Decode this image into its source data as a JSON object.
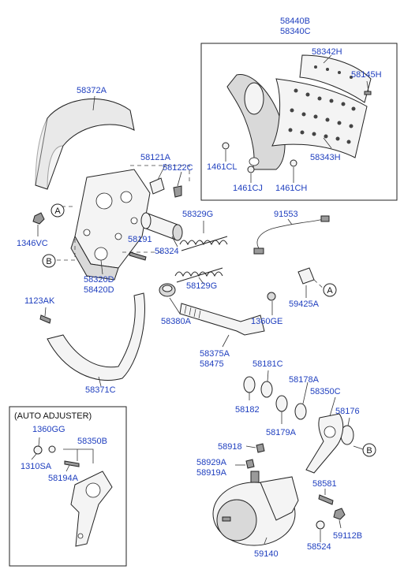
{
  "labels": {
    "l58440B": "58440B",
    "l58340C": "58340C",
    "l58342H": "58342H",
    "l58145H": "58145H",
    "l58343H": "58343H",
    "l1461CL": "1461CL",
    "l1461CJ": "1461CJ",
    "l1461CH": "1461CH",
    "l58372A": "58372A",
    "l58121A": "58121A",
    "l58122C": "58122C",
    "l58329G": "58329G",
    "l91553": "91553",
    "l1346VC": "1346VC",
    "l58191": "58191",
    "l58324": "58324",
    "l58320D": "58320D",
    "l58420D": "58420D",
    "l58129G": "58129G",
    "l59425A": "59425A",
    "l1123AK": "1123AK",
    "l58380A": "58380A",
    "l1360GE": "1360GE",
    "l58375A": "58375A",
    "l58475": "58475",
    "l58371C": "58371C",
    "l58181C": "58181C",
    "l58178A": "58178A",
    "l58350C": "58350C",
    "l58182": "58182",
    "l58179A": "58179A",
    "l58176": "58176",
    "l1360GG": "1360GG",
    "l58350B": "58350B",
    "l1310SA": "1310SA",
    "l58194A": "58194A",
    "l58918": "58918",
    "l58929A": "58929A",
    "l58919A": "58919A",
    "l58581": "58581",
    "l58524": "58524",
    "l59112B": "59112B",
    "l59140": "59140"
  },
  "refs": {
    "A": "A",
    "B": "B"
  },
  "auto_adjuster_title": "(AUTO ADJUSTER)"
}
